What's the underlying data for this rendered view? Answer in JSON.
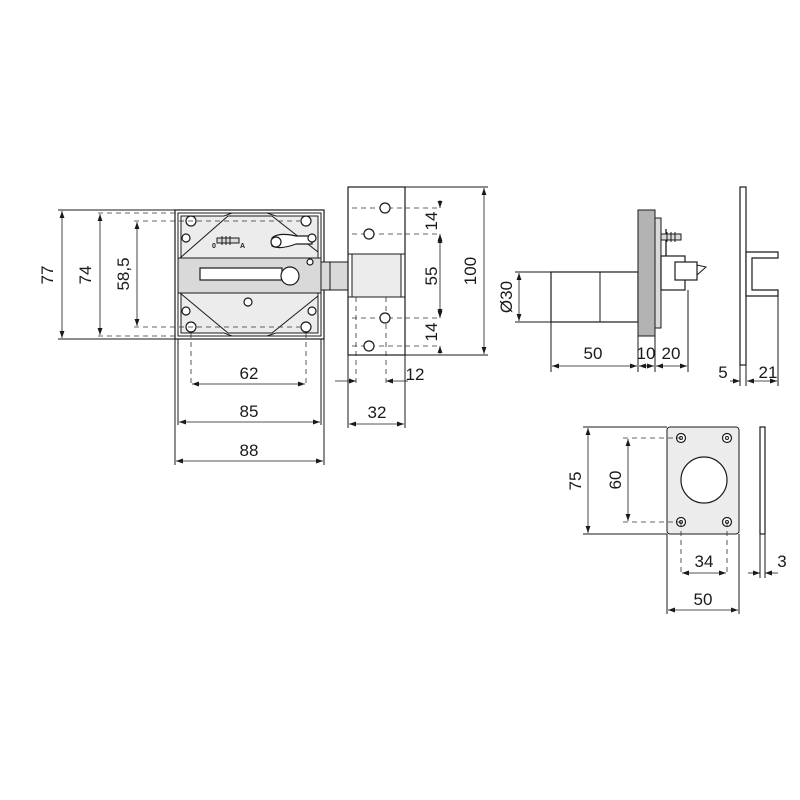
{
  "front_view": {
    "height_outer": "77",
    "height_plate": "74",
    "height_holes": "58,5",
    "width_holes": "62",
    "width_plate": "85",
    "width_outer": "88",
    "marks": {
      "left": "0",
      "right": "A"
    }
  },
  "keeper_view": {
    "top_offset": "14",
    "hole_spacing": "55",
    "bottom_offset": "14",
    "height": "100",
    "width": "32",
    "thickness": "12"
  },
  "side_view": {
    "cylinder_diameter": "Ø30",
    "cylinder_length": "50",
    "plate_thickness": "10",
    "bolt_projection": "20"
  },
  "profile_view": {
    "thickness": "5",
    "depth": "21"
  },
  "rosette_view": {
    "height": "75",
    "hole_spacing_vertical": "60",
    "hole_spacing_horizontal": "34",
    "width": "50",
    "thickness": "3"
  }
}
